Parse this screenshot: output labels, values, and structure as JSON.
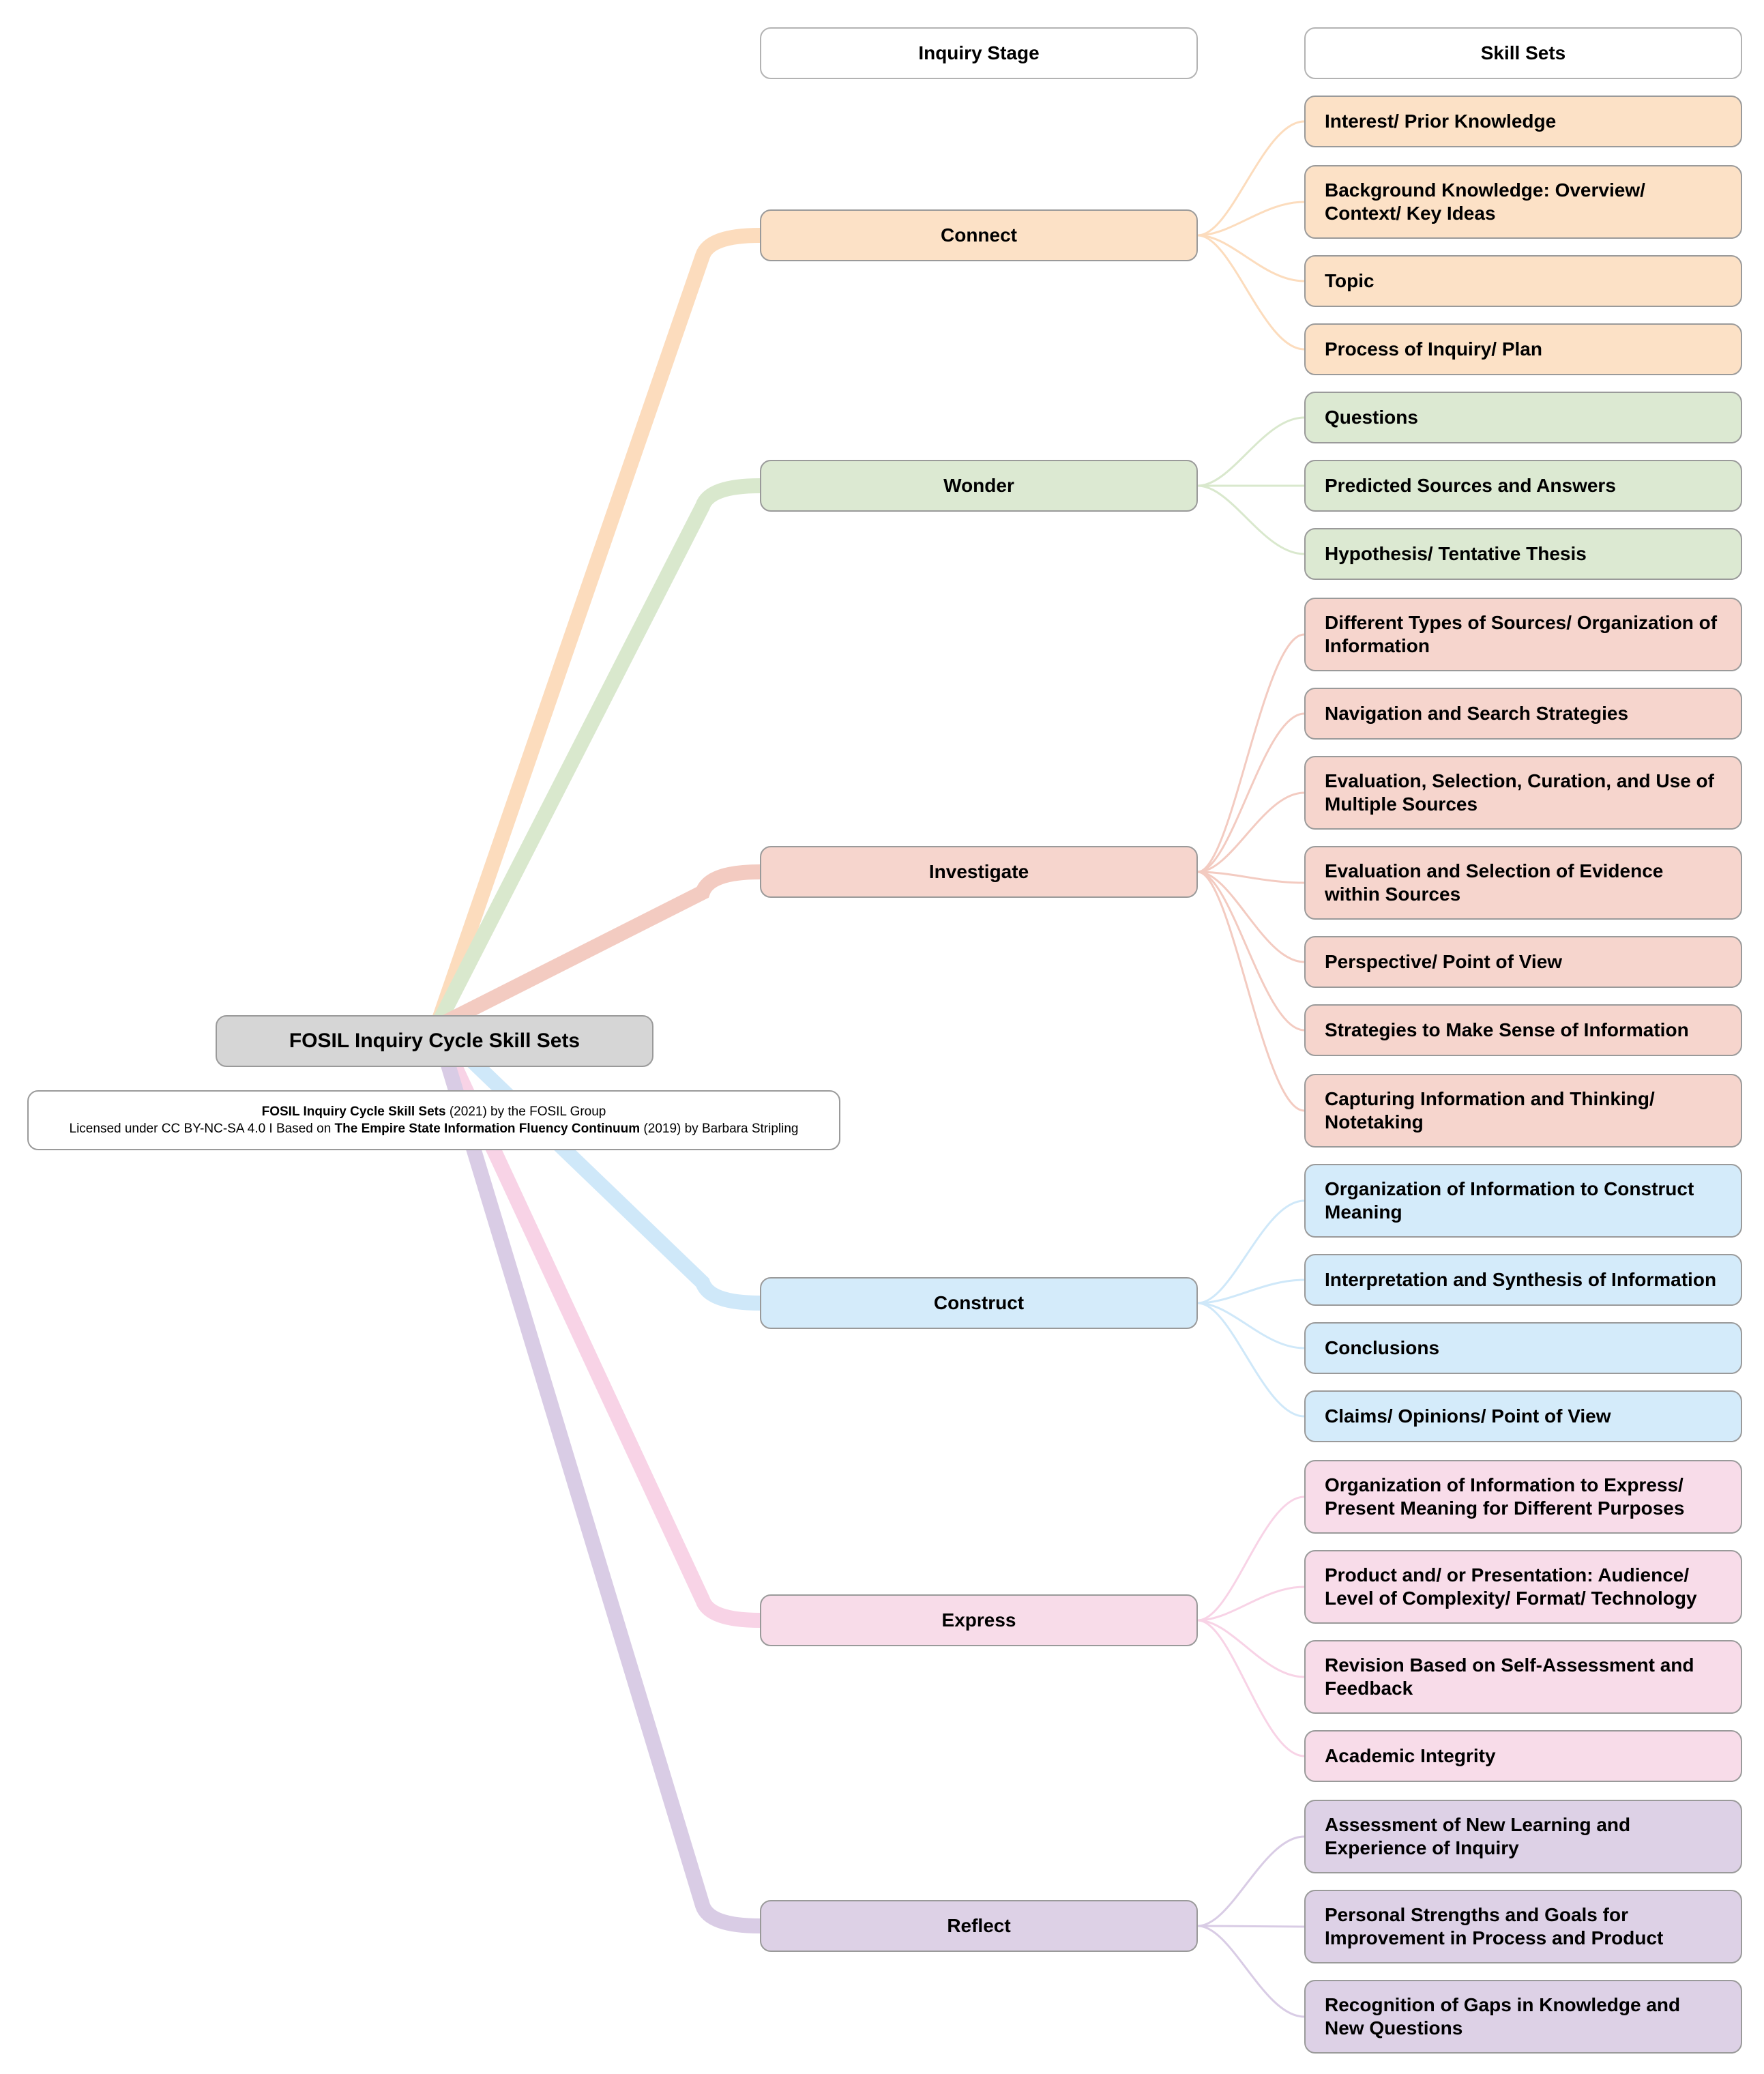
{
  "headers": {
    "stage": "Inquiry Stage",
    "skills": "Skill Sets"
  },
  "root": {
    "label": "FOSIL Inquiry Cycle Skill Sets"
  },
  "credit": {
    "line1_bold": "FOSIL Inquiry Cycle Skill Sets",
    "line1_rest": " (2021) by the FOSIL Group",
    "line2_pre": "Licensed under CC BY-NC-SA 4.0 I Based on ",
    "line2_bold": "The Empire State Information Fluency Continuum",
    "line2_post": " (2019) by Barbara Stripling"
  },
  "stages": [
    {
      "label": "Connect",
      "color": "#fce1c6",
      "line_color": "#fcdcbd",
      "skills": [
        "Interest/ Prior Knowledge",
        "Background Knowledge: Overview/ Context/ Key Ideas",
        "Topic",
        "Process of Inquiry/ Plan"
      ]
    },
    {
      "label": "Wonder",
      "color": "#dce9d2",
      "line_color": "#d9e8cd",
      "skills": [
        "Questions",
        "Predicted Sources and Answers",
        "Hypothesis/ Tentative Thesis"
      ]
    },
    {
      "label": "Investigate",
      "color": "#f6d5cd",
      "line_color": "#f3cbc1",
      "skills": [
        "Different Types of Sources/ Organization of Information",
        "Navigation and Search Strategies",
        "Evaluation, Selection, Curation, and Use of Multiple Sources",
        "Evaluation and Selection of Evidence within Sources",
        "Perspective/ Point of View",
        "Strategies to Make Sense of Information",
        "Capturing Information and Thinking/ Notetaking"
      ]
    },
    {
      "label": "Construct",
      "color": "#d4ebfa",
      "line_color": "#cfe8f9",
      "skills": [
        "Organization of Information to Construct Meaning",
        "Interpretation and Synthesis of Information",
        "Conclusions",
        "Claims/ Opinions/ Point of View"
      ]
    },
    {
      "label": "Express",
      "color": "#f8dce9",
      "line_color": "#f8d3e6",
      "skills": [
        "Organization of Information to Express/ Present Meaning for Different Purposes",
        "Product and/ or Presentation: Audience/ Level of Complexity/ Format/ Technology",
        "Revision Based on Self-Assessment and Feedback",
        "Academic Integrity"
      ]
    },
    {
      "label": "Reflect",
      "color": "#ddd1e6",
      "line_color": "#d9cce5",
      "skills": [
        "Assessment of New Learning and Experience of Inquiry",
        "Personal Strengths and Goals for Improvement in Process and Product",
        "Recognition of Gaps in Knowledge and New Questions"
      ]
    }
  ]
}
